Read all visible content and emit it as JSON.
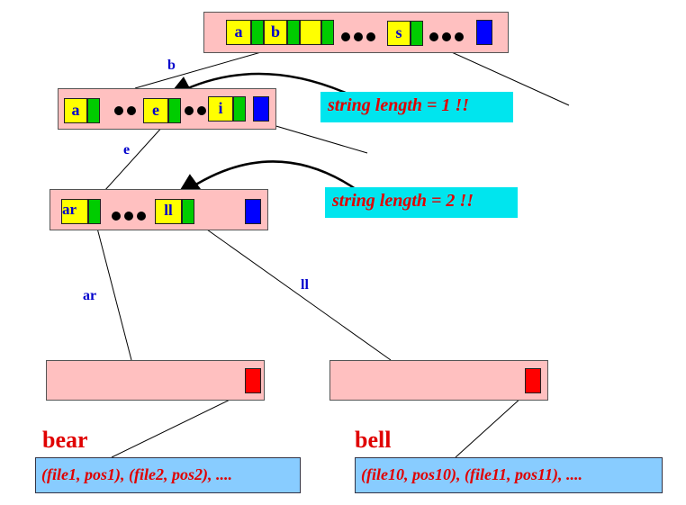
{
  "root_node": {
    "cells": [
      "a",
      "b",
      "s"
    ]
  },
  "level1_node": {
    "cells": [
      "a",
      "e",
      "i"
    ]
  },
  "level2_node": {
    "cells": [
      "ar",
      "ll"
    ]
  },
  "edges": {
    "b": "b",
    "e": "e",
    "ar": "ar",
    "ll": "ll"
  },
  "callouts": {
    "first": "string length = 1 !!",
    "second": "string length = 2 !!"
  },
  "leaves": {
    "bear": {
      "word": "bear",
      "postings": "(file1, pos1), (file2, pos2), ...."
    },
    "bell": {
      "word": "bell",
      "postings": "(file10, pos10), (file11, pos11), ...."
    }
  },
  "colors": {
    "node_fill": "#ffc0c0",
    "key_cell": "#ffff00",
    "pointer_cell": "#00cc00",
    "internal_terminal": "#0000ff",
    "leaf_terminal": "#ff0000",
    "callout_fill": "#00e5ee",
    "posting_fill": "#88ccff",
    "label_blue": "#0000cc",
    "text_red": "#e00000"
  }
}
